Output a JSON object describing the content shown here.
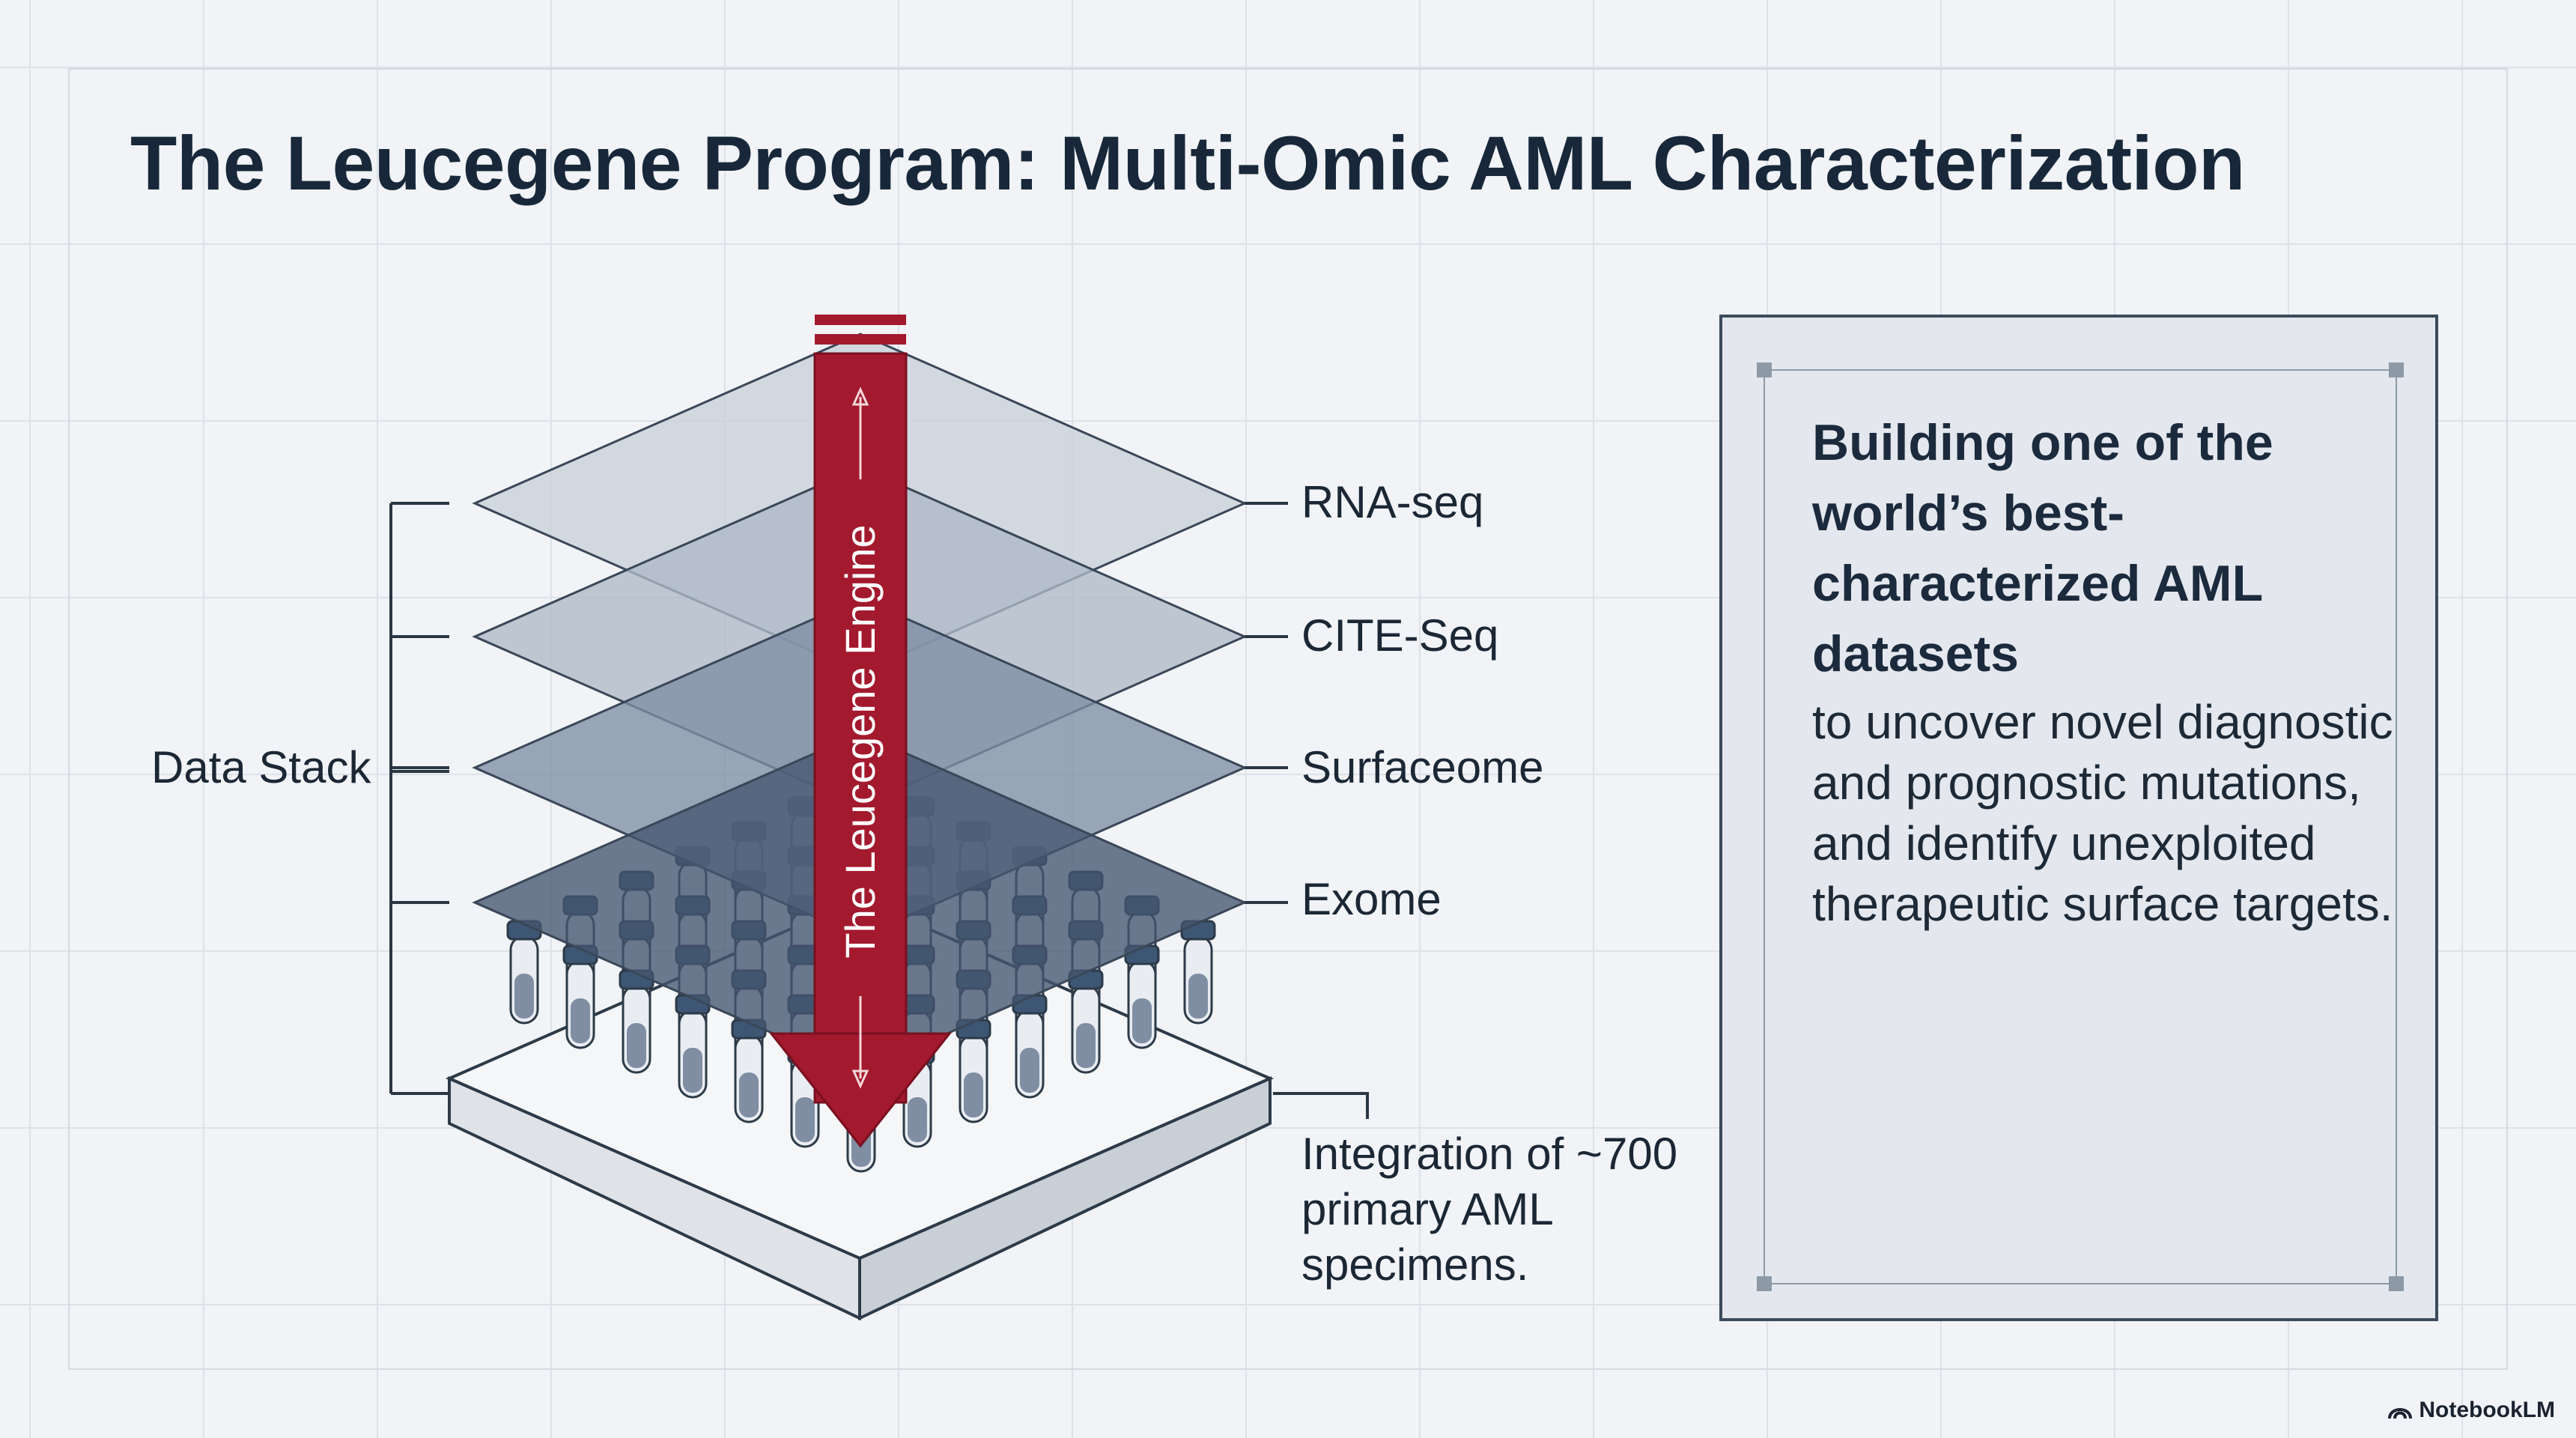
{
  "title": "The Leucegene Program: Multi-Omic AML Characterization",
  "diagram": {
    "engine_label": "The Leucegene Engine",
    "group_label": "Data Stack",
    "layers": [
      {
        "label": "RNA-seq",
        "fill": "#c9d0d9"
      },
      {
        "label": "CITE-Seq",
        "fill": "#aeb9c7"
      },
      {
        "label": "Surfaceome",
        "fill": "#7e8ea4"
      },
      {
        "label": "Exome",
        "fill": "#44566f"
      }
    ],
    "specimen_label": "Integration of ~700 primary AML specimens.",
    "arrow_color": "#a3192e"
  },
  "panel": {
    "heading": "Building one of the world’s best-characterized AML datasets",
    "body": "to uncover novel diagnostic and prognostic mutations, and identify unexploited therapeutic surface targets."
  },
  "watermark": {
    "icon": "notebooklm-icon",
    "label": "NotebookLM"
  }
}
